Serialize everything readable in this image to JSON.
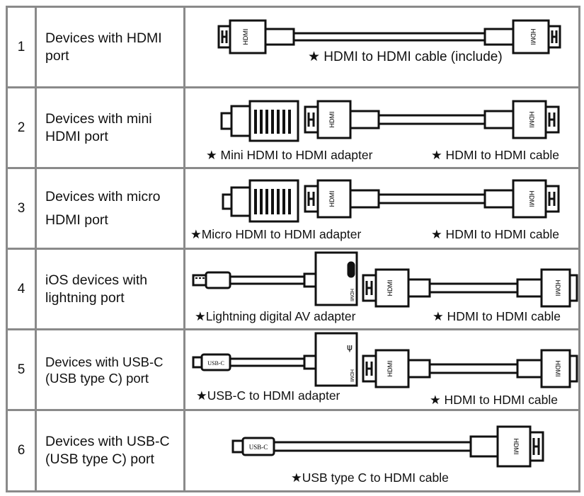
{
  "rows": [
    {
      "num": "1",
      "desc": "Devices with HDMI\nport",
      "caps": [
        "★ HDMI to HDMI cable (include)"
      ]
    },
    {
      "num": "2",
      "desc": "Devices with mini\nHDMI port",
      "caps": [
        "★ Mini HDMI to HDMI adapter",
        "★ HDMI to HDMI cable"
      ]
    },
    {
      "num": "3",
      "desc": "Devices with micro\nHDMI port",
      "caps": [
        "★Micro HDMI to HDMI adapter",
        "★ HDMI to HDMI cable"
      ]
    },
    {
      "num": "4",
      "desc": "iOS devices with\nlightning port",
      "caps": [
        "★Lightning digital AV adapter",
        "★ HDMI to HDMI cable"
      ]
    },
    {
      "num": "5",
      "desc": "Devices with USB-C\n(USB type C) port",
      "caps": [
        "★USB-C to HDMI adapter",
        "★ HDMI to HDMI cable"
      ]
    },
    {
      "num": "6",
      "desc": "Devices with USB-C\n(USB type C) port",
      "caps": [
        "★USB type C to HDMI cable"
      ]
    }
  ],
  "connector_labels": {
    "hdmi": "HDMI",
    "usbc": "USB-C",
    "usb_symbol": "ψ"
  }
}
